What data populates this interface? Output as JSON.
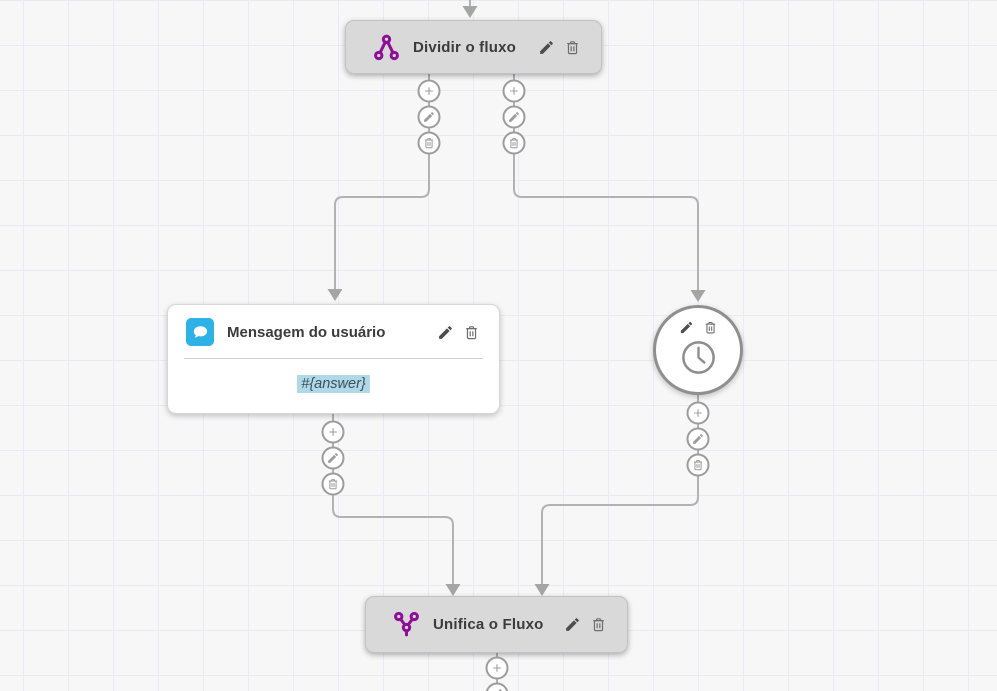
{
  "canvas": {
    "type": "chatbot-flow-builder",
    "background_color": "#f7f7f8",
    "grid_line_color": "#e9ebf2",
    "connector_color": "#b2b2b2"
  },
  "colors": {
    "accent_purple": "#8e0f96",
    "chat_icon_blue": "#2eb1e4",
    "variable_highlight_blue": "#b1d8e8",
    "node_gray": "#d9d9d9"
  },
  "nodes": {
    "split_node": {
      "title": "Dividir o fluxo",
      "icon": "split-flow-icon",
      "actions": [
        "edit",
        "delete"
      ],
      "output_ports": [
        [
          "add",
          "edit",
          "delete"
        ],
        [
          "add",
          "edit",
          "delete"
        ]
      ]
    },
    "message_node": {
      "title": "Mensagem do usuário",
      "content": "#{answer}",
      "icon": "chat-bubble-icon",
      "actions": [
        "edit",
        "delete"
      ],
      "output_ports": [
        [
          "add",
          "edit",
          "delete"
        ]
      ]
    },
    "timer_node": {
      "icon": "clock-icon",
      "actions": [
        "edit",
        "delete"
      ],
      "output_ports": [
        [
          "add",
          "edit",
          "delete"
        ]
      ]
    },
    "merge_node": {
      "title": "Unifica o Fluxo",
      "icon": "merge-flow-icon",
      "actions": [
        "edit",
        "delete"
      ],
      "output_ports": [
        [
          "add",
          "edit"
        ]
      ]
    }
  },
  "connections": [
    {
      "from": "offscreen-top",
      "to": "split_node"
    },
    {
      "from": "split_node.output_1",
      "to": "message_node"
    },
    {
      "from": "split_node.output_2",
      "to": "timer_node"
    },
    {
      "from": "message_node.output",
      "to": "merge_node"
    },
    {
      "from": "timer_node.output",
      "to": "merge_node"
    }
  ]
}
